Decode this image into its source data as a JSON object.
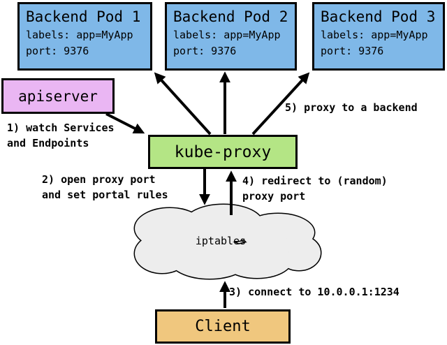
{
  "diagram": {
    "title_semantic": "kube-proxy userspace proxy mode overview",
    "pods": [
      {
        "title": "Backend Pod 1",
        "labels_line": "labels: app=MyApp",
        "port_line": "port: 9376"
      },
      {
        "title": "Backend Pod 2",
        "labels_line": "labels: app=MyApp",
        "port_line": "port: 9376"
      },
      {
        "title": "Backend Pod 3",
        "labels_line": "labels: app=MyApp",
        "port_line": "port: 9376"
      }
    ],
    "apiserver": {
      "label": "apiserver"
    },
    "kube_proxy": {
      "label": "kube-proxy"
    },
    "iptables": {
      "label": "iptables"
    },
    "client": {
      "label": "Client"
    },
    "steps": {
      "s1": {
        "line1": "1) watch Services",
        "line2": "and Endpoints"
      },
      "s2": {
        "line1": "2) open proxy port",
        "line2": "and set portal rules"
      },
      "s3": {
        "line1": "3) connect to 10.0.0.1:1234"
      },
      "s4": {
        "line1": "4) redirect to (random)",
        "line2": "proxy port"
      },
      "s5": {
        "line1": "5) proxy to a backend"
      }
    }
  },
  "colors": {
    "pod_fill": "#7FB8E8",
    "apiserver_fill": "#EAB6F3",
    "kube_proxy_fill": "#B4E585",
    "client_fill": "#F0C77E",
    "cloud_fill": "#EDEDED",
    "border_color": "#000000",
    "canvas_bg": "#FFFFFF"
  }
}
